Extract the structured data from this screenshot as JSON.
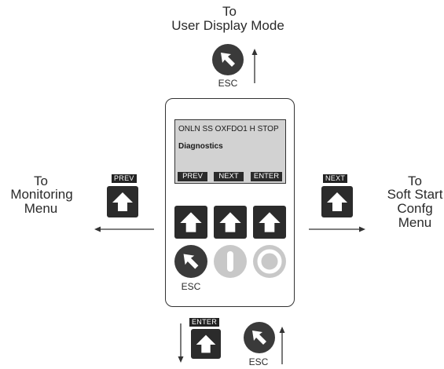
{
  "top": {
    "line1": "To",
    "line2": "User Display Mode",
    "esc_label": "ESC"
  },
  "left": {
    "line1": "To",
    "line2": "Monitoring",
    "line3": "Menu",
    "tag": "PREV"
  },
  "right": {
    "line1": "To",
    "line2": "Soft Start",
    "line3": "Confg",
    "line4": "Menu",
    "tag": "NEXT"
  },
  "display": {
    "status_line": "ONLN SS OXFDO1 H STOP",
    "menu_title": "Diagnostics",
    "softkeys": [
      "PREV",
      "NEXT",
      "ENTER"
    ]
  },
  "keypad": {
    "esc_label": "ESC"
  },
  "bottom": {
    "enter_tag": "ENTER",
    "esc_label": "ESC"
  },
  "colors": {
    "key": "#2b2b2b",
    "lcd": "#d2d2d2",
    "start_key": "#c8c8c8",
    "stop_key": "#c8c8c8"
  },
  "icons": [
    "up-arrow-icon",
    "esc-arrow-icon",
    "start-icon",
    "stop-icon"
  ]
}
